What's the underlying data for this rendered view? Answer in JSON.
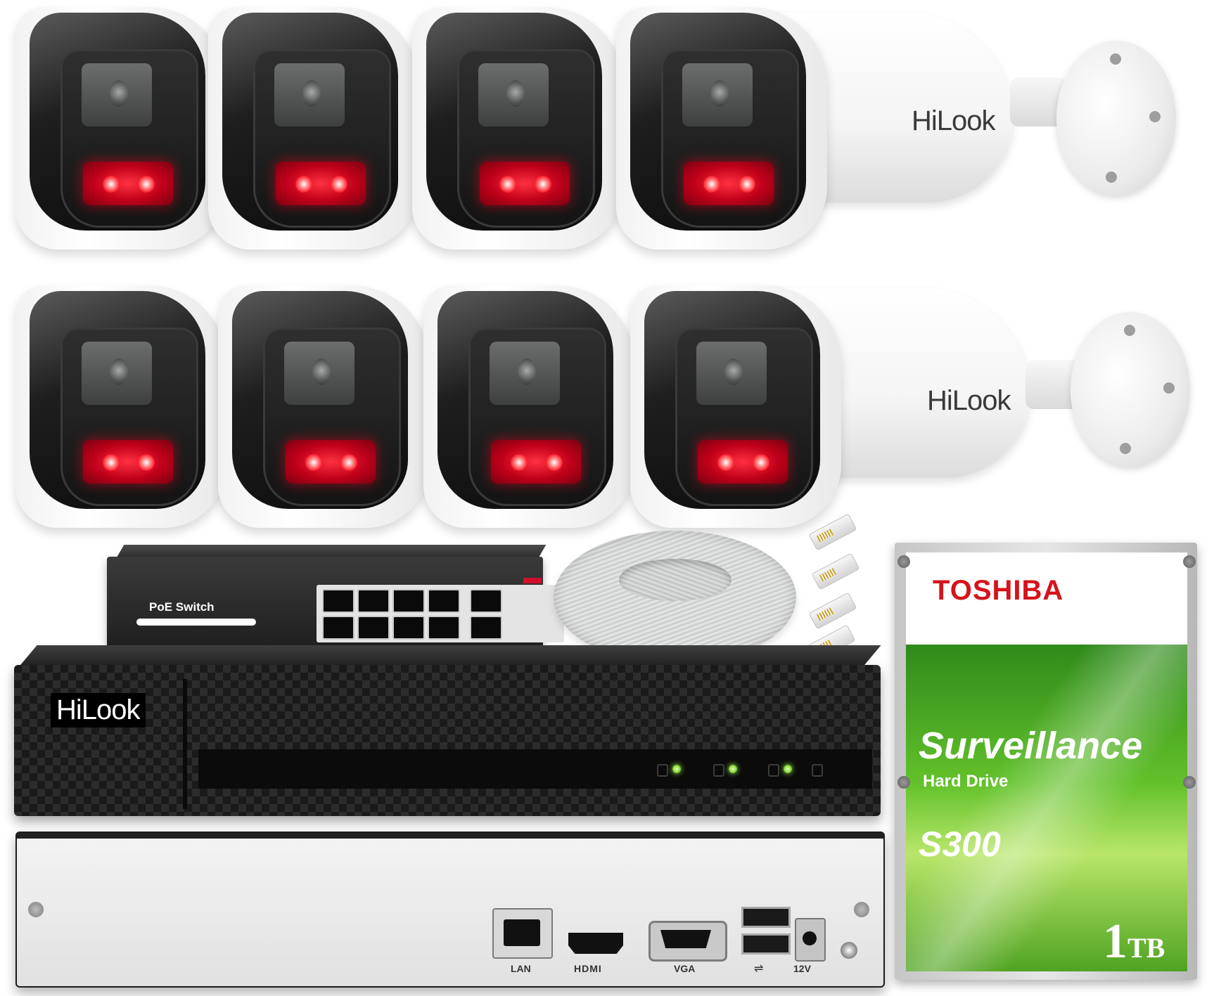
{
  "cameras": {
    "brand_label": "HiLook",
    "count": 8
  },
  "poe_switch": {
    "label": "PoE Switch",
    "ports": 8,
    "uplinks": 2
  },
  "nvr": {
    "logo": "HiLook",
    "rear_ports": {
      "lan": "LAN",
      "hdmi": "HDMI",
      "vga": "VGA",
      "power": "12V"
    }
  },
  "hard_drive": {
    "brand": "TOSHIBA",
    "line": "Surveillance",
    "type": "Hard Drive",
    "model": "S300",
    "capacity_value": "1",
    "capacity_unit": "TB",
    "colors": {
      "brand": "#d5131b",
      "label_green": "#2f8a1b"
    }
  }
}
